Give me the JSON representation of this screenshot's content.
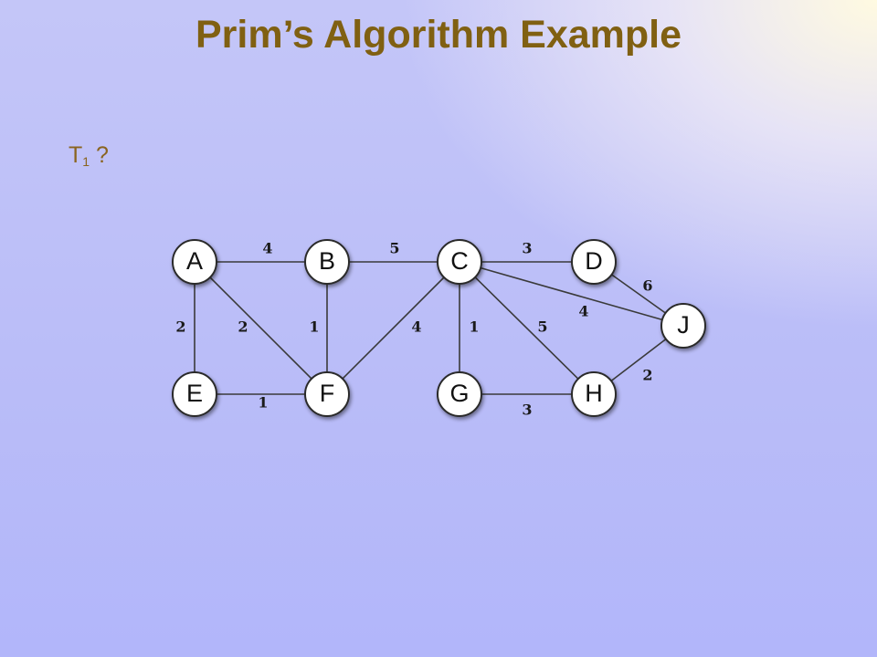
{
  "slide": {
    "title": "Prim’s Algorithm Example",
    "tree_label": "T",
    "tree_subscript": "1",
    "tree_suffix": "?"
  },
  "graph": {
    "nodes": [
      "A",
      "B",
      "C",
      "D",
      "E",
      "F",
      "G",
      "H",
      "J"
    ],
    "edges": [
      {
        "from": "A",
        "to": "B",
        "weight": "4"
      },
      {
        "from": "B",
        "to": "C",
        "weight": "5"
      },
      {
        "from": "C",
        "to": "D",
        "weight": "3"
      },
      {
        "from": "D",
        "to": "J",
        "weight": "6"
      },
      {
        "from": "C",
        "to": "J",
        "weight": "4"
      },
      {
        "from": "A",
        "to": "E",
        "weight": "2"
      },
      {
        "from": "A",
        "to": "F",
        "weight": "2"
      },
      {
        "from": "B",
        "to": "F",
        "weight": "1"
      },
      {
        "from": "C",
        "to": "F",
        "weight": "4"
      },
      {
        "from": "C",
        "to": "G",
        "weight": "1"
      },
      {
        "from": "C",
        "to": "H",
        "weight": "5"
      },
      {
        "from": "J",
        "to": "H",
        "weight": "2"
      },
      {
        "from": "E",
        "to": "F",
        "weight": "1"
      },
      {
        "from": "G",
        "to": "H",
        "weight": "3"
      }
    ]
  }
}
